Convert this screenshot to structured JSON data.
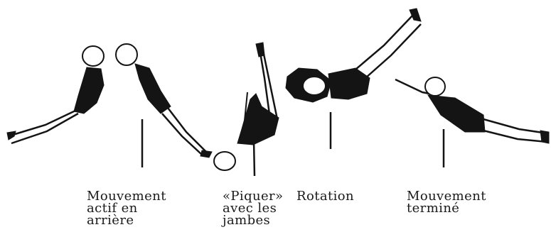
{
  "colors": {
    "ink": "#141414",
    "paper": "#ffffff"
  },
  "figures": [
    {
      "name": "gymnast-1",
      "pose": "leaning back on left bar"
    },
    {
      "name": "gymnast-2",
      "pose": "leaning forward on left bar"
    },
    {
      "name": "gymnast-3",
      "pose": "piked dive, legs vertical"
    },
    {
      "name": "gymnast-4",
      "pose": "rotation over bar, legs raised"
    },
    {
      "name": "gymnast-5",
      "pose": "finished, stretched horizontally"
    }
  ],
  "captions": [
    {
      "lines": [
        "Mouvement",
        "actif en",
        "arrière"
      ]
    },
    {
      "lines": [
        "«Piquer»",
        "avec les",
        "jambes"
      ]
    },
    {
      "lines": [
        "Rotation"
      ]
    },
    {
      "lines": [
        "Mouvement",
        "terminé"
      ]
    }
  ]
}
